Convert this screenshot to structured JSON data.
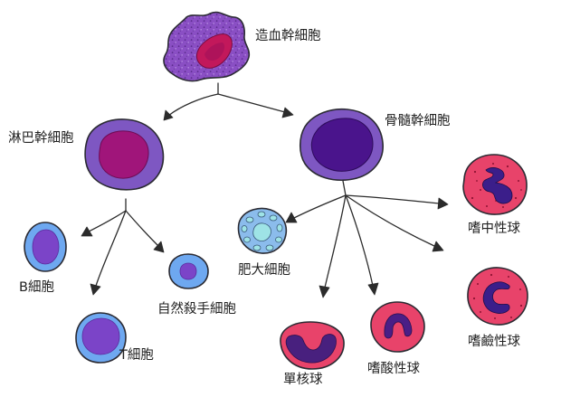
{
  "labels": {
    "stem": "造血幹細胞",
    "lymphoid": "淋巴幹細胞",
    "myeloid": "骨髓幹細胞",
    "b_cell": "B細胞",
    "t_cell": "T細胞",
    "nk_cell": "自然殺手細胞",
    "mast_cell": "肥大細胞",
    "neutrophil": "嗜中性球",
    "eosinophil": "嗜酸性球",
    "basophil": "嗜鹼性球",
    "monocyte": "單核球"
  },
  "icons": {
    "stem": "hematopoietic-stem-cell-icon",
    "lymphoid": "lymphoid-stem-cell-icon",
    "myeloid": "myeloid-stem-cell-icon",
    "b_cell": "b-cell-icon",
    "t_cell": "t-cell-icon",
    "nk_cell": "nk-cell-icon",
    "mast_cell": "mast-cell-icon",
    "neutrophil": "neutrophil-icon",
    "eosinophil": "eosinophil-icon",
    "basophil": "basophil-icon",
    "monocyte": "monocyte-icon"
  },
  "colors": {
    "stem_cytoplasm": "#8a4fc4",
    "stem_nucleus": "#c2185b",
    "progenitor_cytoplasm": "#7e57c2",
    "lymphoid_nucleus": "#a0157a",
    "myeloid_nucleus": "#4a148c",
    "lymphocyte_cytoplasm": "#6ea8f0",
    "lymphocyte_nucleus": "#7b44c8",
    "mast_cytoplasm": "#8bbcec",
    "mast_granule": "#9ee3e6",
    "granulocyte_cytoplasm": "#e8436a",
    "granulocyte_nucleus": "#3b1e8a",
    "monocyte_nucleus": "#48207e",
    "outline": "#2b2b33",
    "arrow": "#2b2b2b"
  }
}
